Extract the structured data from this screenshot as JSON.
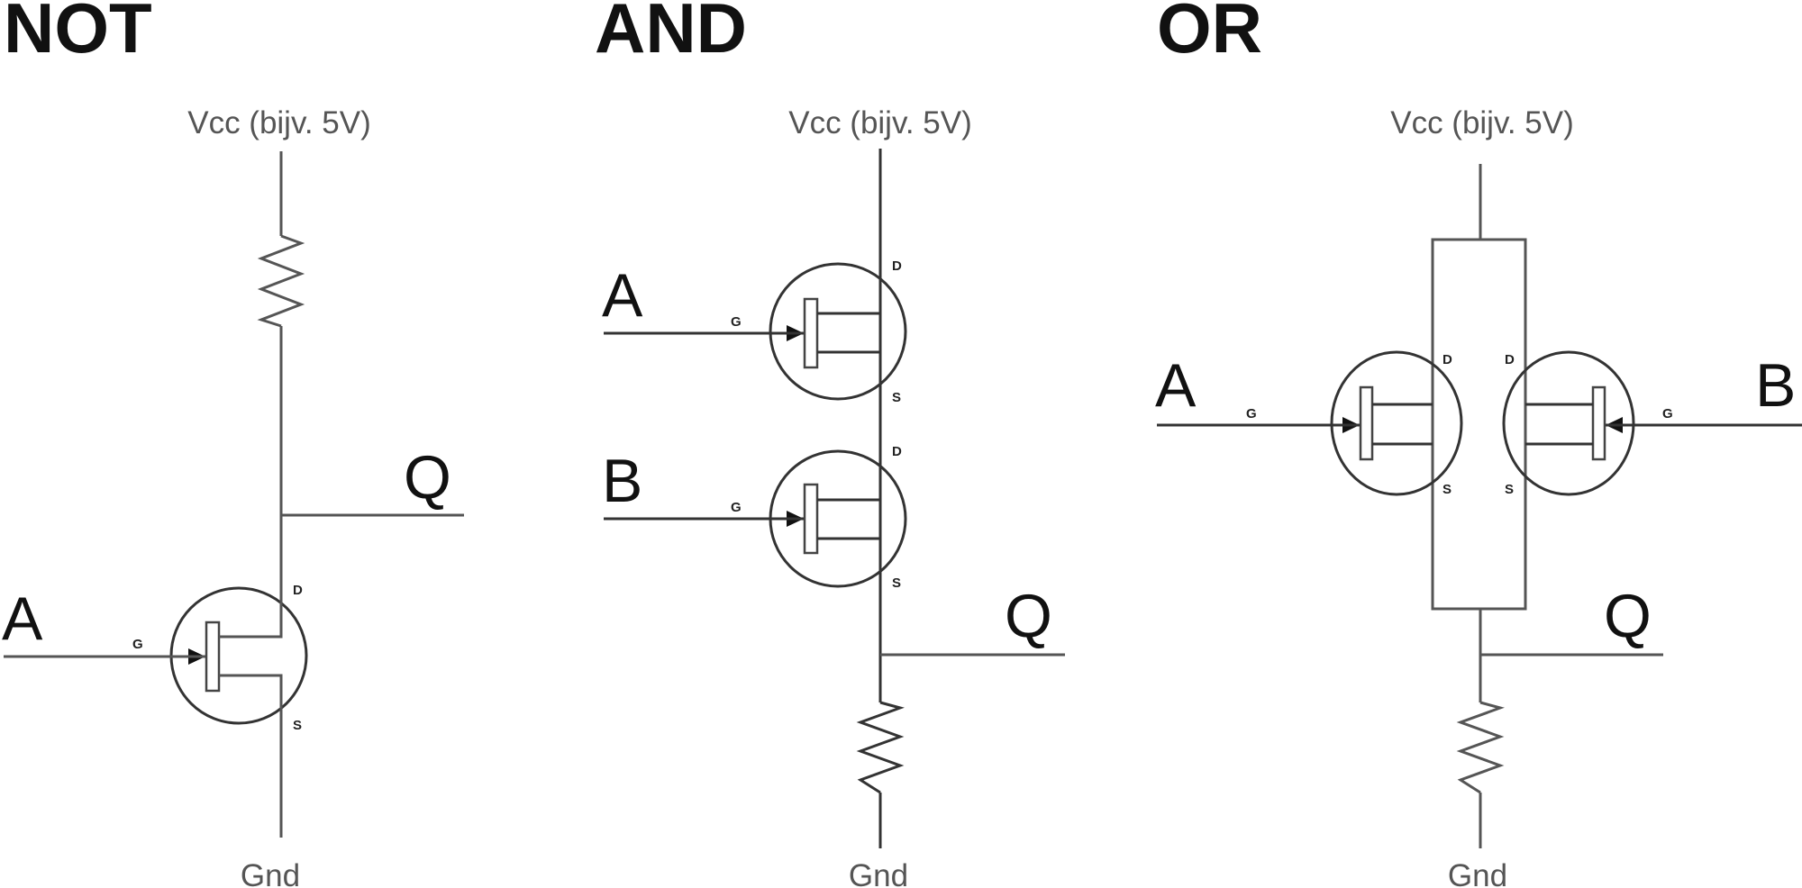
{
  "diagram": {
    "gates": [
      {
        "id": "not",
        "title": "NOT",
        "supply_label": "Vcc (bijv. 5V)",
        "ground_label": "Gnd",
        "inputs": [
          "A"
        ],
        "output": "Q",
        "pull": "pull-up resistor",
        "transistors": [
          {
            "gate_pin": "G",
            "drain_pin": "D",
            "source_pin": "S",
            "input": "A"
          }
        ]
      },
      {
        "id": "and",
        "title": "AND",
        "supply_label": "Vcc (bijv. 5V)",
        "ground_label": "Gnd",
        "inputs": [
          "A",
          "B"
        ],
        "output": "Q",
        "pull": "pull-down resistor",
        "topology": "series",
        "transistors": [
          {
            "gate_pin": "G",
            "drain_pin": "D",
            "source_pin": "S",
            "input": "A"
          },
          {
            "gate_pin": "G",
            "drain_pin": "D",
            "source_pin": "S",
            "input": "B"
          }
        ]
      },
      {
        "id": "or",
        "title": "OR",
        "supply_label": "Vcc (bijv. 5V)",
        "ground_label": "Gnd",
        "inputs": [
          "A",
          "B"
        ],
        "output": "Q",
        "pull": "pull-down resistor",
        "topology": "parallel",
        "transistors": [
          {
            "gate_pin": "G",
            "drain_pin": "D",
            "source_pin": "S",
            "input": "A"
          },
          {
            "gate_pin": "G",
            "drain_pin": "D",
            "source_pin": "S",
            "input": "B"
          }
        ]
      }
    ]
  },
  "colors": {
    "wire": "#555555",
    "text": "#111111",
    "label": "#555555",
    "background": "#ffffff"
  }
}
